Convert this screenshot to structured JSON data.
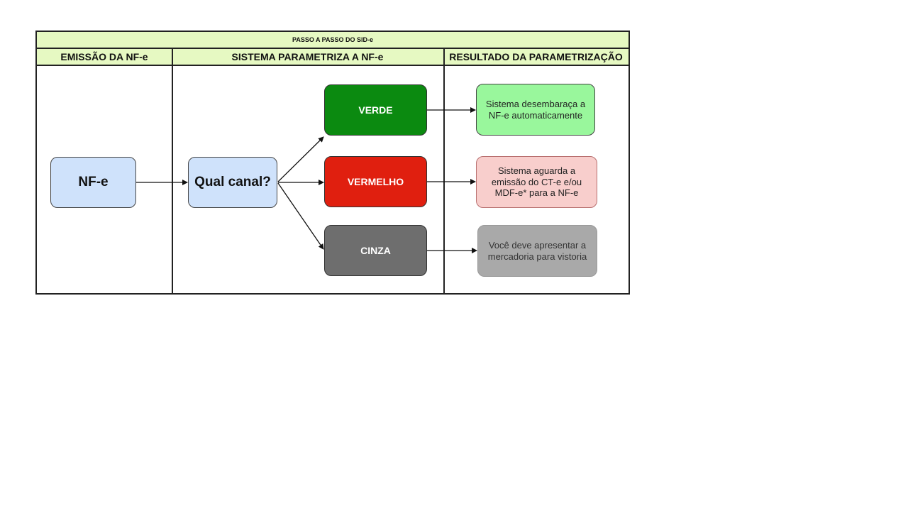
{
  "title": "PASSO A PASSO DO SID-e",
  "columns": [
    "EMISSÃO DA NF-e",
    "SISTEMA PARAMETRIZA A NF-e",
    "RESULTADO DA PARAMETRIZAÇÃO"
  ],
  "nodes": {
    "nfe": "NF-e",
    "question": "Qual canal?",
    "verde": "VERDE",
    "vermelho": "VERMELHO",
    "cinza": "CINZA",
    "result_verde": "Sistema desembaraça a NF-e automaticamente",
    "result_vermelho": "Sistema aguarda a emissão do CT-e e/ou MDF-e* para a NF-e",
    "result_cinza": "Você deve apresentar a mercadoria para vistoria"
  },
  "colors": {
    "header_bg": "#e6f9c2",
    "start_node_bg": "#cfe2fb",
    "verde": "#0b8a10",
    "vermelho": "#e01f0f",
    "cinza": "#6e6e6e",
    "result_verde_bg": "#99f79c",
    "result_vermelho_bg": "#f8cecc",
    "result_cinza_bg": "#a9a9a9"
  }
}
